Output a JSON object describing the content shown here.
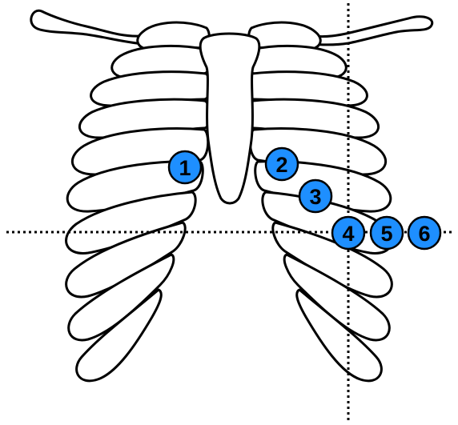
{
  "figure": {
    "description_visible": false,
    "colors": {
      "background": "#ffffff",
      "outline": "#000000",
      "bone_fill": "#ffffff",
      "marker_fill": "#1e8fff"
    },
    "guides": {
      "horizontal": "dotted",
      "vertical": "dotted"
    },
    "markers": [
      {
        "label": "1"
      },
      {
        "label": "2"
      },
      {
        "label": "3"
      },
      {
        "label": "4"
      },
      {
        "label": "5"
      },
      {
        "label": "6"
      }
    ]
  }
}
